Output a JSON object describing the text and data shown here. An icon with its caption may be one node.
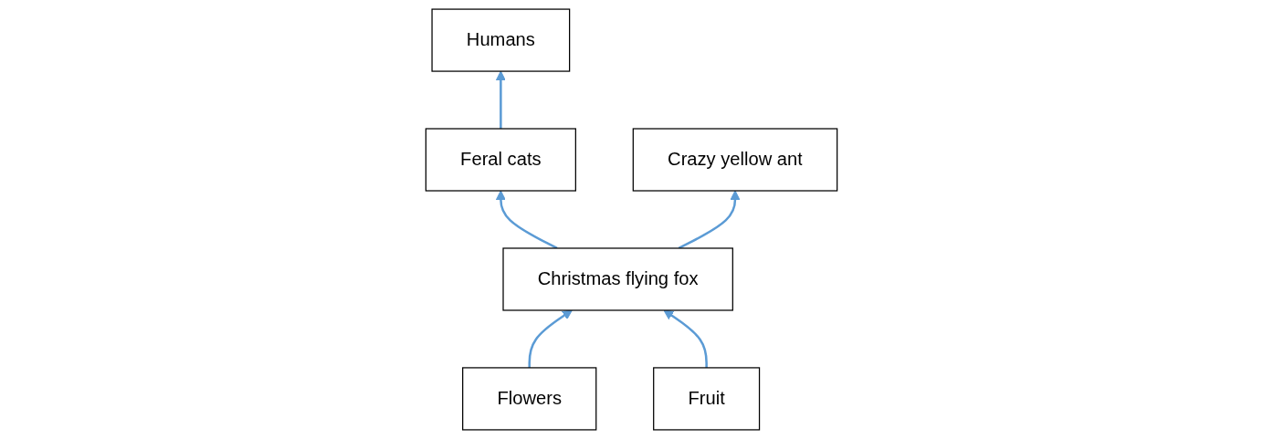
{
  "diagram": {
    "nodes": [
      {
        "text": [
          "Feral cats"
        ]
      },
      {
        "text": [
          "Crazy yellow ant"
        ]
      },
      {
        "text": [
          "Humans"
        ]
      },
      {
        "text": [
          "Christmas flying fox"
        ]
      },
      {
        "text": [
          "Flowers"
        ]
      },
      {
        "text": [
          "Fruit"
        ]
      }
    ],
    "edges": [
      {
        "from": 0,
        "to": 2,
        "arrow": "to"
      },
      {
        "from": 3,
        "to": 0,
        "arrow": "to"
      },
      {
        "from": 3,
        "to": 1,
        "arrow": "to"
      },
      {
        "from": 4,
        "to": 3,
        "arrow": "to"
      },
      {
        "from": 5,
        "to": 3,
        "arrow": "to"
      }
    ]
  }
}
